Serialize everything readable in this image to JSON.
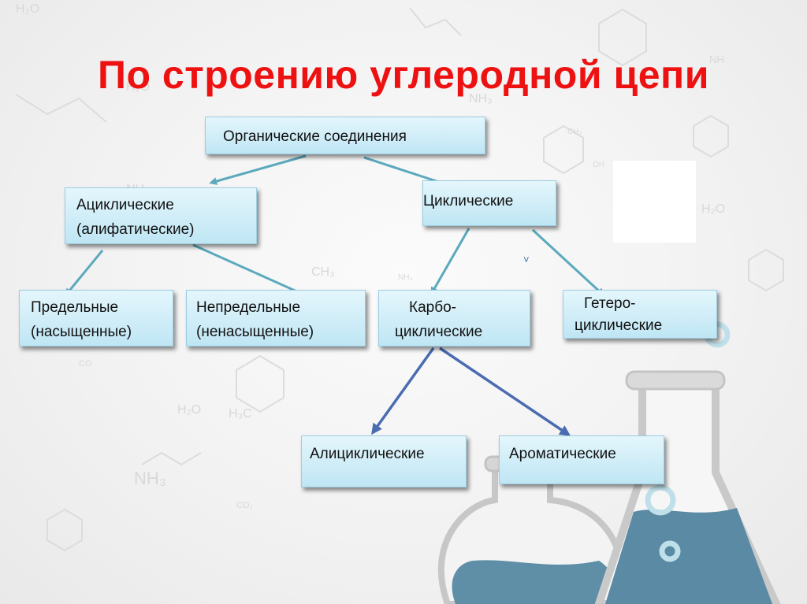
{
  "title": "По строению углеродной цепи",
  "nodes": {
    "root": "Органические соединения",
    "acyclic": [
      "Ациклические",
      "(алифатические)"
    ],
    "cyclic": "Циклические",
    "saturated": [
      "Предельные",
      "(насыщенные)"
    ],
    "unsaturated": [
      "Непредельные",
      "(ненасыщенные)"
    ],
    "carbocyclic": [
      "Карбо-",
      "циклические"
    ],
    "heterocyclic": [
      "Гетеро-",
      "циклические"
    ],
    "alicyclic": "Алициклические",
    "aromatic": "Ароматические"
  },
  "stray_mark": "˅",
  "colors": {
    "title": "#ee1111",
    "arrow_teal": "#5aa9bd",
    "arrow_blue": "#4b6cb0",
    "box_fill": "#d2eef8"
  }
}
